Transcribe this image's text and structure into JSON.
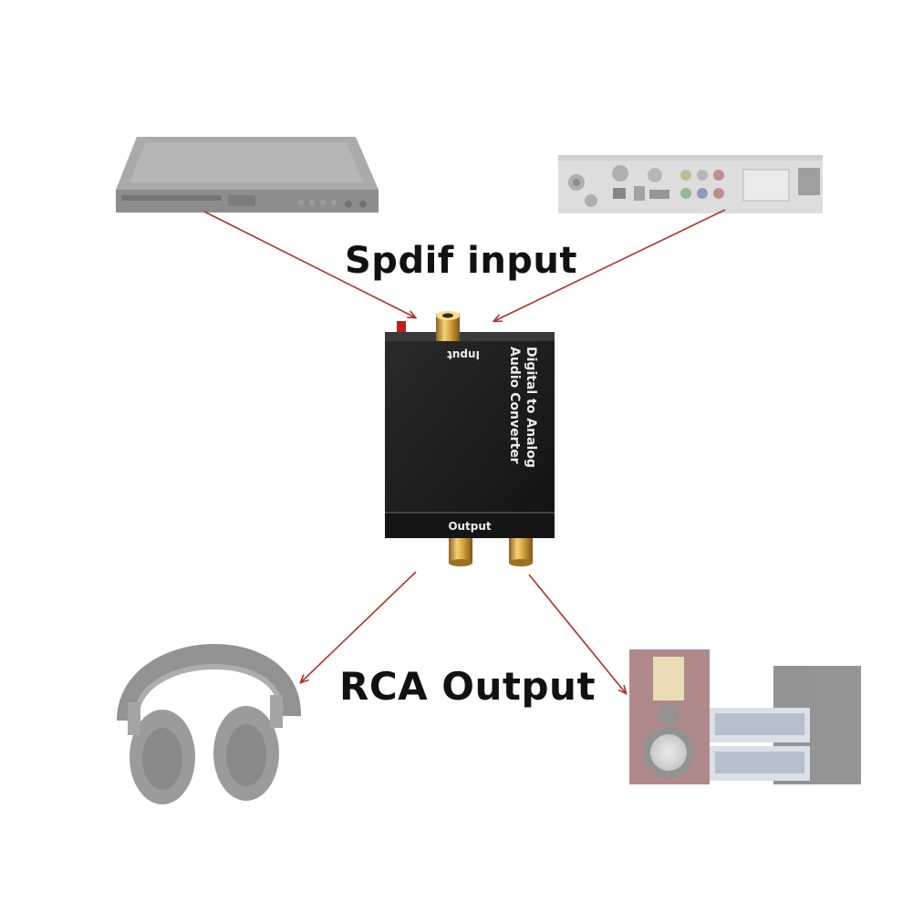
{
  "labels": {
    "input": "Spdif input",
    "output": "RCA Output"
  },
  "converter": {
    "title_line1": "Digital to Analog",
    "title_line2": "Audio Converter",
    "input_port_label": "Input",
    "output_port_label": "Output"
  },
  "devices": {
    "source_1": "dvd-player",
    "source_2": "set-top-box",
    "sink_1": "headphones",
    "sink_2": "hifi-speaker-system"
  },
  "colors": {
    "arrow": "#b2302a",
    "converter_body": "#1e1e1e",
    "rca_gold": "#d6a53c"
  }
}
